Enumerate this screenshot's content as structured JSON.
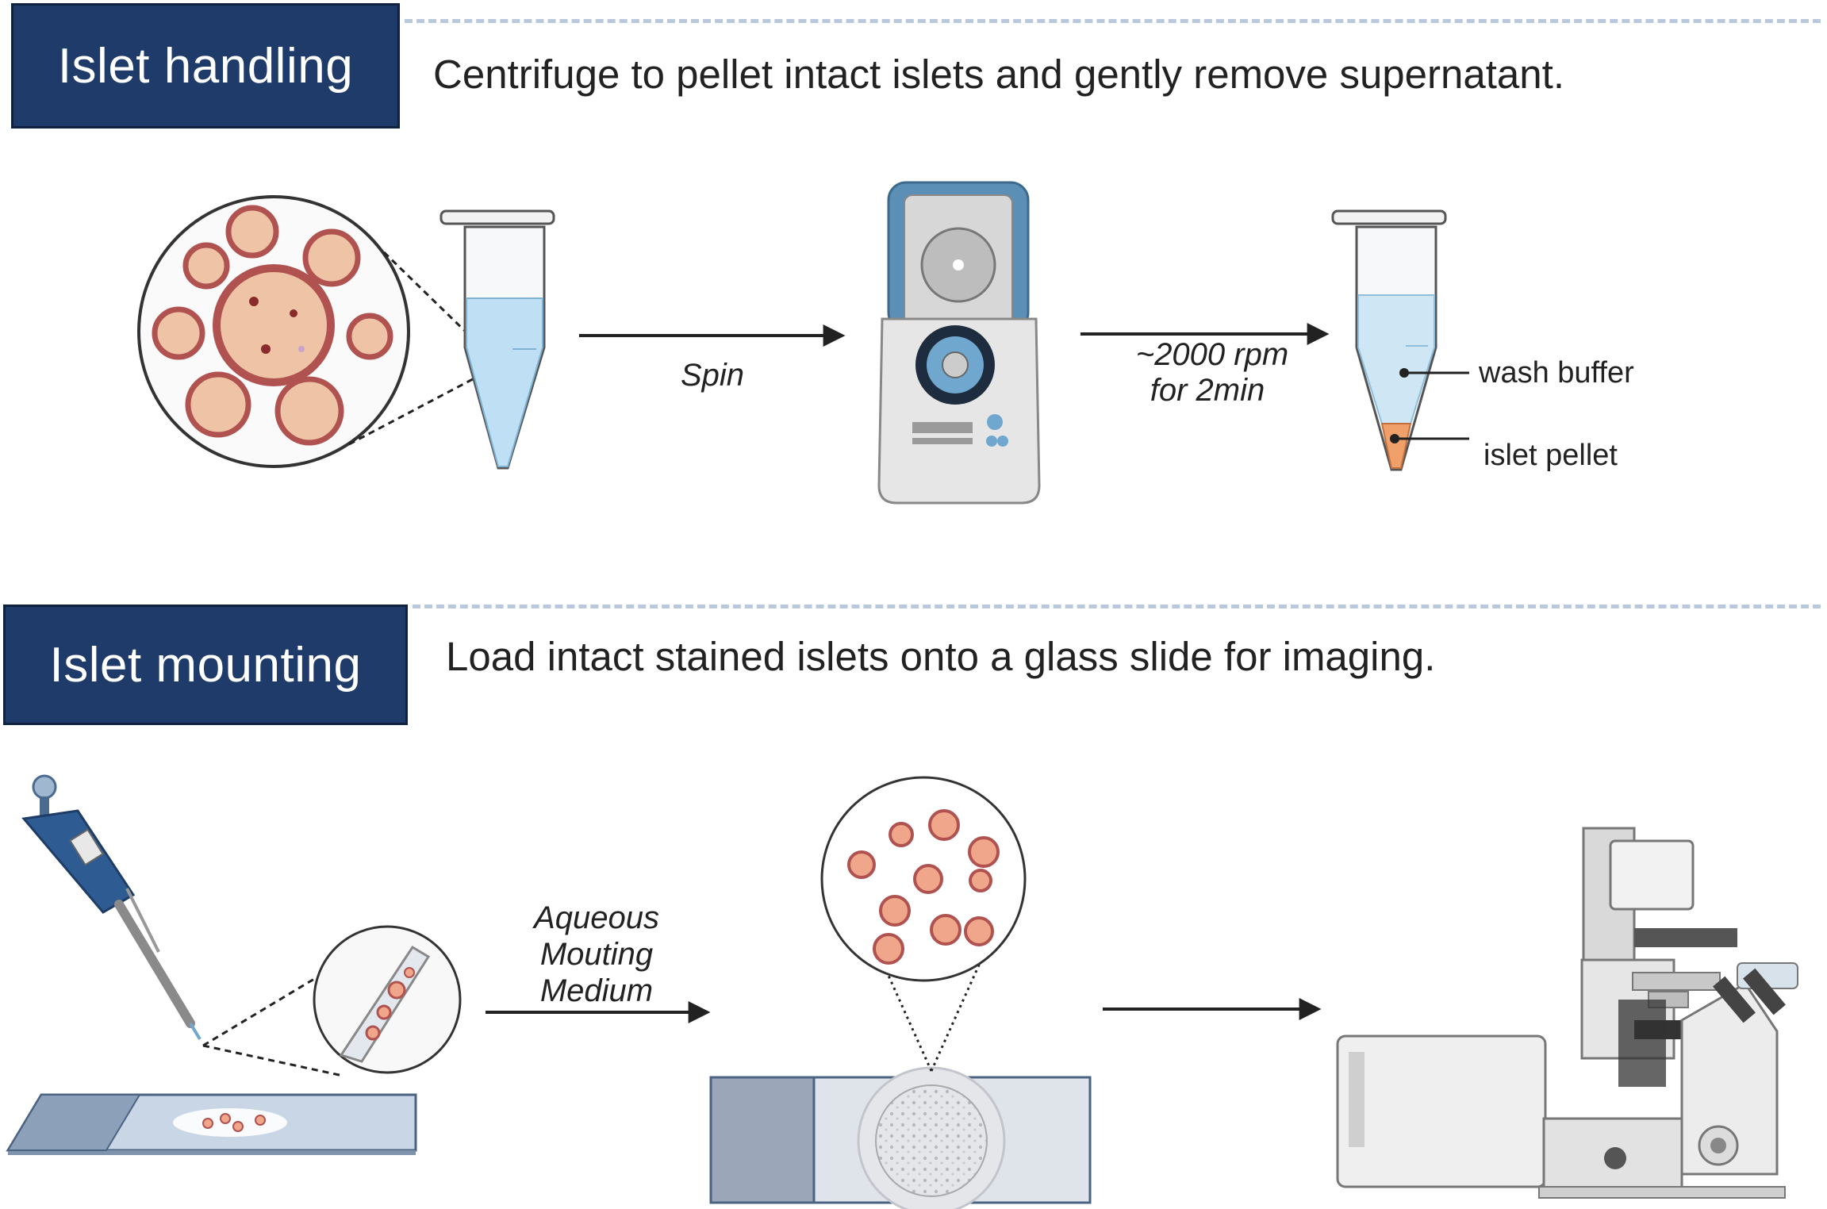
{
  "sections": {
    "handling": {
      "label": "Islet handling",
      "description": "Centrifuge to pellet intact islets and gently remove supernatant.",
      "steps": {
        "spin": "Spin",
        "speed_line1": "~2000 rpm",
        "speed_line2": "for 2min",
        "wash_buffer": "wash buffer",
        "islet_pellet": "islet pellet"
      }
    },
    "mounting": {
      "label": "Islet mounting",
      "description": "Load intact stained islets onto a glass slide for imaging.",
      "steps": {
        "medium_line1": "Aqueous",
        "medium_line2": "Mouting",
        "medium_line3": "Medium"
      }
    }
  },
  "colors": {
    "header_bg": "#1f3b69",
    "dashed_divider": "#b9c8dc",
    "buffer_liquid": "#bfe0f4",
    "pellet": "#f0a06a",
    "islet_fill": "#efc4a6",
    "islet_border": "#b0524f"
  }
}
